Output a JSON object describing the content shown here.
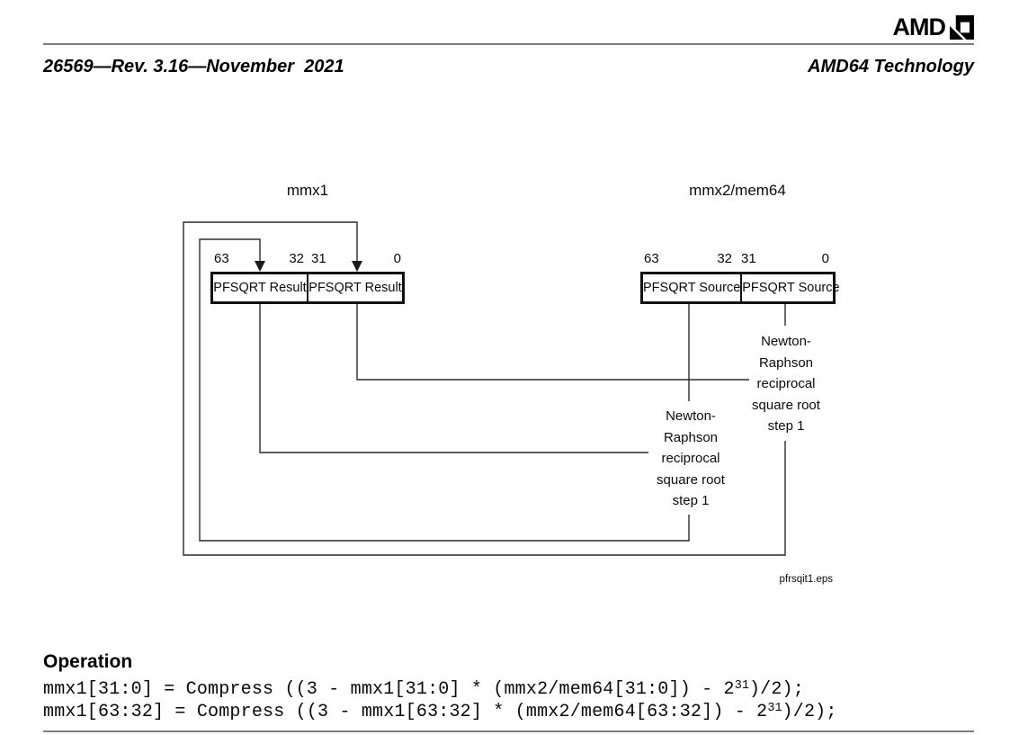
{
  "header": {
    "doc_ref": "26569—Rev. 3.16—November  2021",
    "right_title": "AMD64 Technology",
    "logo_text": "AMD"
  },
  "diagram": {
    "left_register": {
      "title": "mmx1",
      "bits": [
        "63",
        "32",
        "31",
        "0"
      ],
      "cells": [
        "PFSQRT Result",
        "PFSQRT Result"
      ]
    },
    "right_register": {
      "title": "mmx2/mem64",
      "bits": [
        "63",
        "32",
        "31",
        "0"
      ],
      "cells": [
        "PFSQRT Source",
        "PFSQRT Source"
      ]
    },
    "op_label_low": "Newton-\nRaphson\nreciprocal\nsquare root\nstep 1",
    "op_label_high": "Newton-\nRaphson\nreciprocal\nsquare root\nstep 1",
    "caption": "pfrsqit1.eps"
  },
  "operation": {
    "heading": "Operation",
    "code_lines": [
      {
        "pre": "mmx1[31:0] = Compress ((3 - mmx1[31:0] * (mmx2/mem64[31:0]) - 2",
        "sup": "31",
        "post": ")/2);"
      },
      {
        "pre": "mmx1[63:32] = Compress ((3 - mmx1[63:32] * (mmx2/mem64[63:32]) - 2",
        "sup": "31",
        "post": ")/2);"
      }
    ]
  }
}
